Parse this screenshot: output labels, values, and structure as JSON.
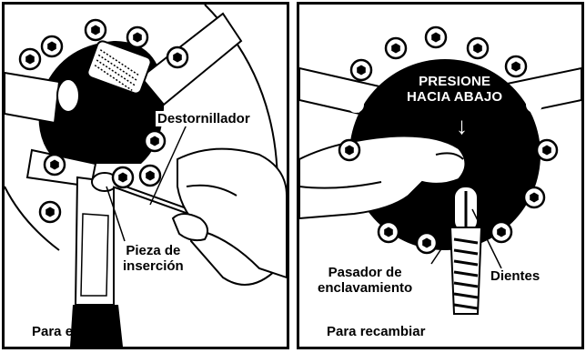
{
  "left_panel": {
    "caption": "Para extraer",
    "labels": {
      "destornillador": "Destornillador",
      "pieza_line1": "Pieza de",
      "pieza_line2": "inserción"
    }
  },
  "right_panel": {
    "caption": "Para recambiar",
    "instruction_line1": "PRESIONE",
    "instruction_line2": "HACIA ABAJO",
    "arrow_glyph": "↓",
    "labels": {
      "pasador_line1": "Pasador de",
      "pasador_line2": "enclavamiento",
      "dientes": "Dientes"
    }
  }
}
